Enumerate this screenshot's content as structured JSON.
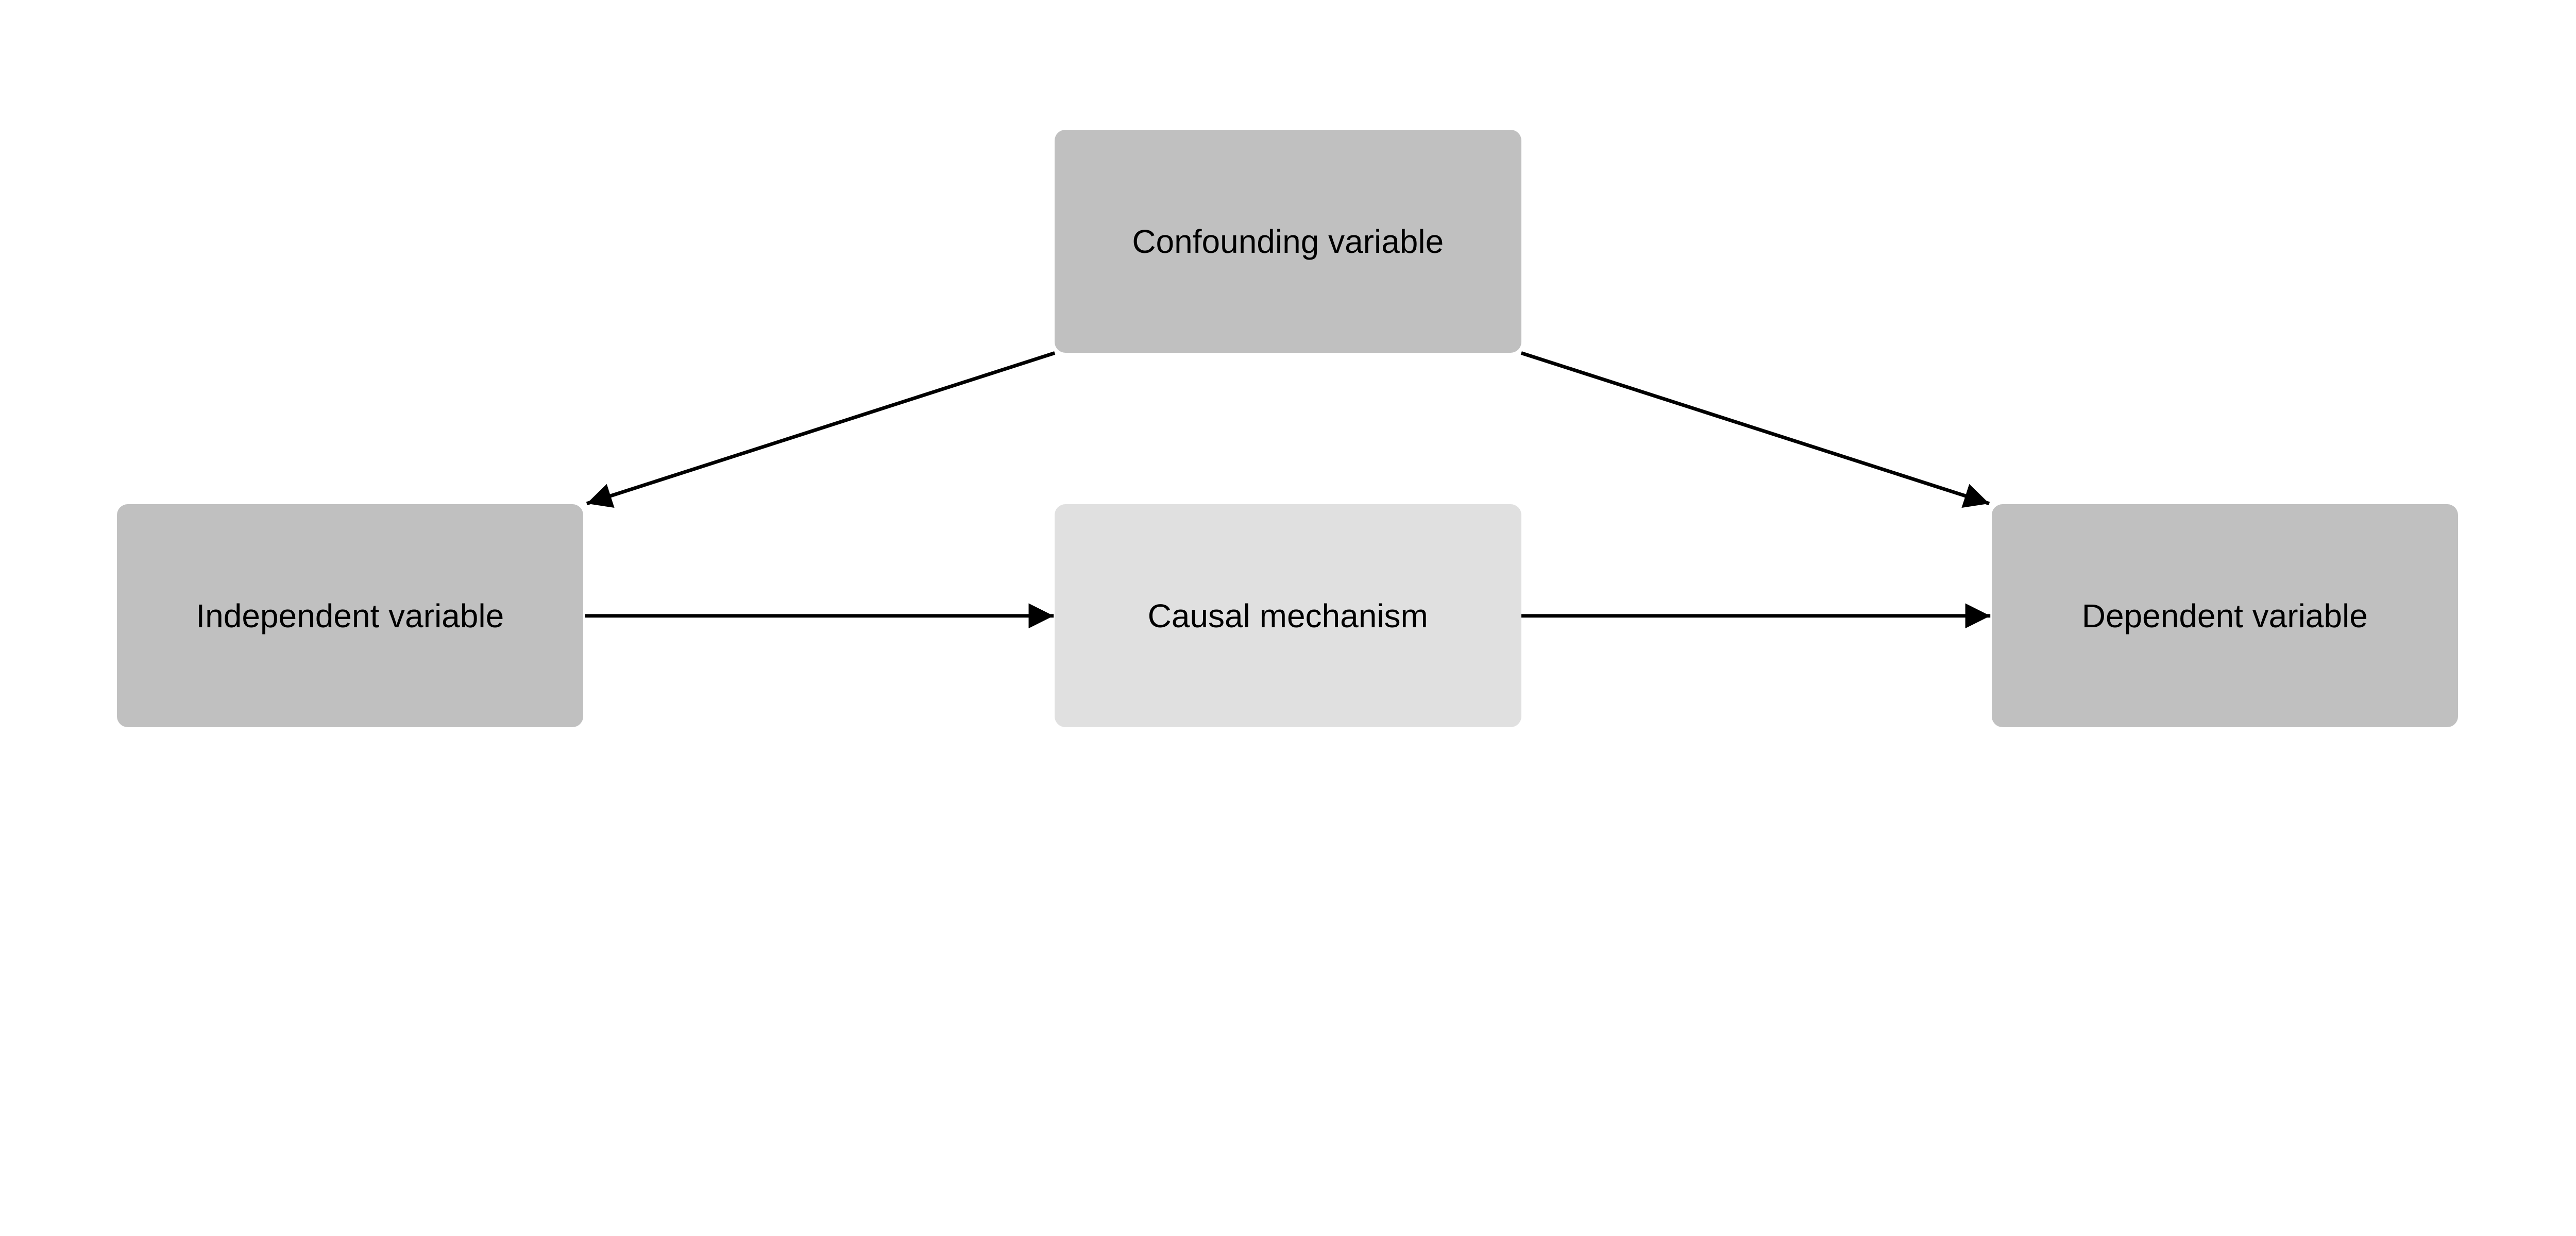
{
  "nodes": {
    "confounding": {
      "label": "Confounding variable",
      "color": "#c0c0c0"
    },
    "independent": {
      "label": "Independent variable",
      "color": "#c0c0c0"
    },
    "mechanism": {
      "label": "Causal mechanism",
      "color": "#e0e0e0"
    },
    "dependent": {
      "label": "Dependent variable",
      "color": "#c0c0c0"
    }
  },
  "edges": [
    {
      "from": "confounding",
      "to": "independent"
    },
    {
      "from": "confounding",
      "to": "dependent"
    },
    {
      "from": "independent",
      "to": "mechanism"
    },
    {
      "from": "mechanism",
      "to": "dependent"
    }
  ],
  "edge_color": "#000000"
}
